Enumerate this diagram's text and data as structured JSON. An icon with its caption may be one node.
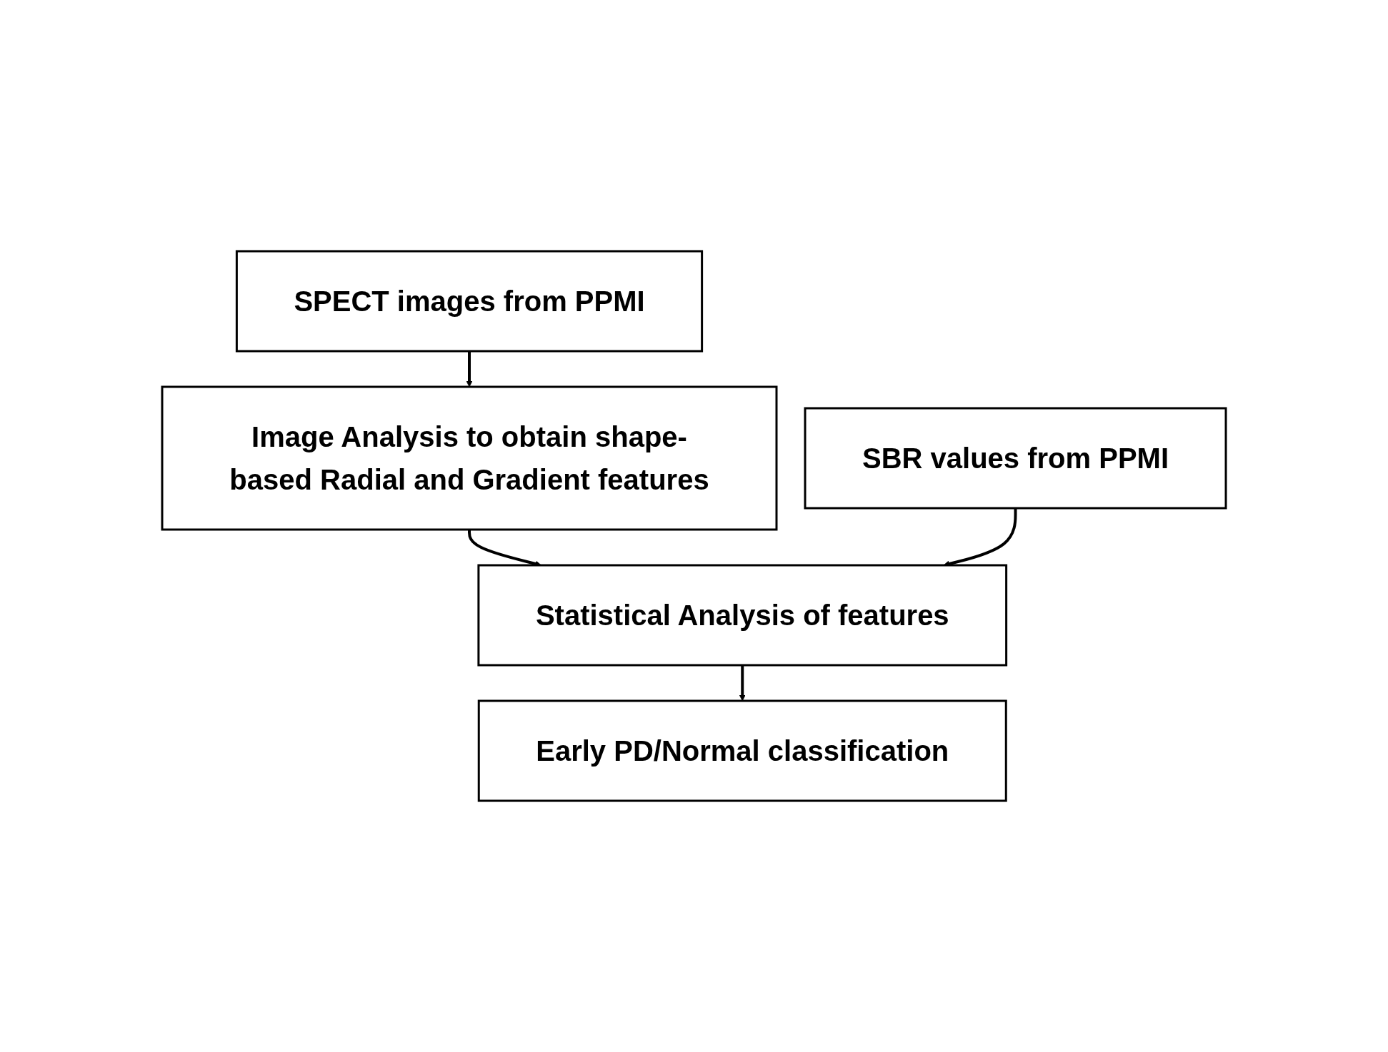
{
  "diagram": {
    "nodes": [
      {
        "text": [
          "SPECT images from PPMI"
        ]
      },
      {
        "text": [
          "Image Analysis to obtain shape-based Radial and Gradient features"
        ]
      },
      {
        "text": [
          "SBR values from PPMI"
        ]
      },
      {
        "text": [
          "Statistical Analysis of features"
        ]
      },
      {
        "text": [
          "Early PD/Normal classification"
        ]
      }
    ],
    "edges": [
      {
        "from": 0,
        "to": 1,
        "arrow": "to"
      },
      {
        "from": 1,
        "to": 3,
        "arrow": "to"
      },
      {
        "from": 2,
        "to": 3,
        "arrow": "to"
      },
      {
        "from": 3,
        "to": 4,
        "arrow": "to"
      }
    ]
  }
}
